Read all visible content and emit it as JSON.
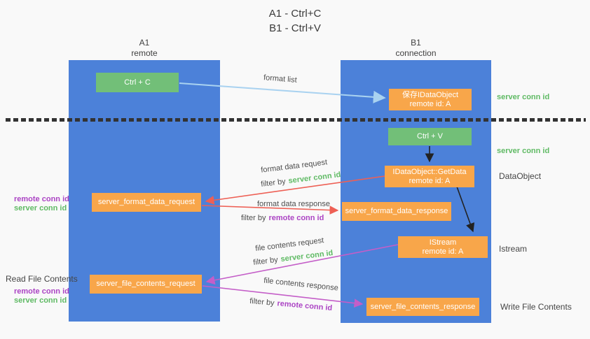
{
  "title": {
    "line1": "A1 - Ctrl+C",
    "line2": "B1 - Ctrl+V"
  },
  "lifelines": {
    "a1": {
      "name": "A1",
      "role": "remote"
    },
    "b1": {
      "name": "B1",
      "role": "connection"
    }
  },
  "nodes": {
    "ctrl_c": {
      "label": "Ctrl + C"
    },
    "ctrl_v": {
      "label": "Ctrl + V"
    },
    "save_idataobject": {
      "line1": "保存IDataObject",
      "line2": "remote id: A"
    },
    "idataobject_getdata": {
      "line1": "IDataObject::GetData",
      "line2": "remote id: A"
    },
    "istream": {
      "line1": "IStream",
      "line2": "remote id: A"
    },
    "server_format_data_request": {
      "label": "server_format_data_request"
    },
    "server_format_data_response": {
      "label": "server_format_data_response"
    },
    "server_file_contents_request": {
      "label": "server_file_contents_request"
    },
    "server_file_contents_response": {
      "label": "server_file_contents_response"
    }
  },
  "annotations": {
    "server_conn_id_top": "server conn id",
    "server_conn_id_mid": "server conn id",
    "dataobject": "DataObject",
    "istream": "Istream",
    "write_file_contents": "Write File Contents",
    "read_file_contents": "Read File Contents",
    "left_top": {
      "remote": "remote conn id",
      "server": "server conn id"
    },
    "left_bottom": {
      "remote": "remote conn id",
      "server": "server conn id"
    }
  },
  "flows": {
    "format_list": "format list",
    "format_data_request": "format data request",
    "format_data_response": "format data response",
    "file_contents_request": "file contents request",
    "file_contents_response": "file contents response",
    "filter_by": "filter by",
    "server_conn_id": "server conn id",
    "remote_conn_id": "remote conn id"
  },
  "colors": {
    "lifeline_blue": "#4c81d9",
    "action_green": "#72bf78",
    "message_orange": "#f8a64a",
    "server_conn_green": "#5fba64",
    "remote_conn_purple": "#ab44c4",
    "arrow_red": "#ee6055",
    "arrow_purple": "#c45ec8",
    "arrow_blue": "#a9d2f0",
    "arrow_black": "#222222"
  }
}
